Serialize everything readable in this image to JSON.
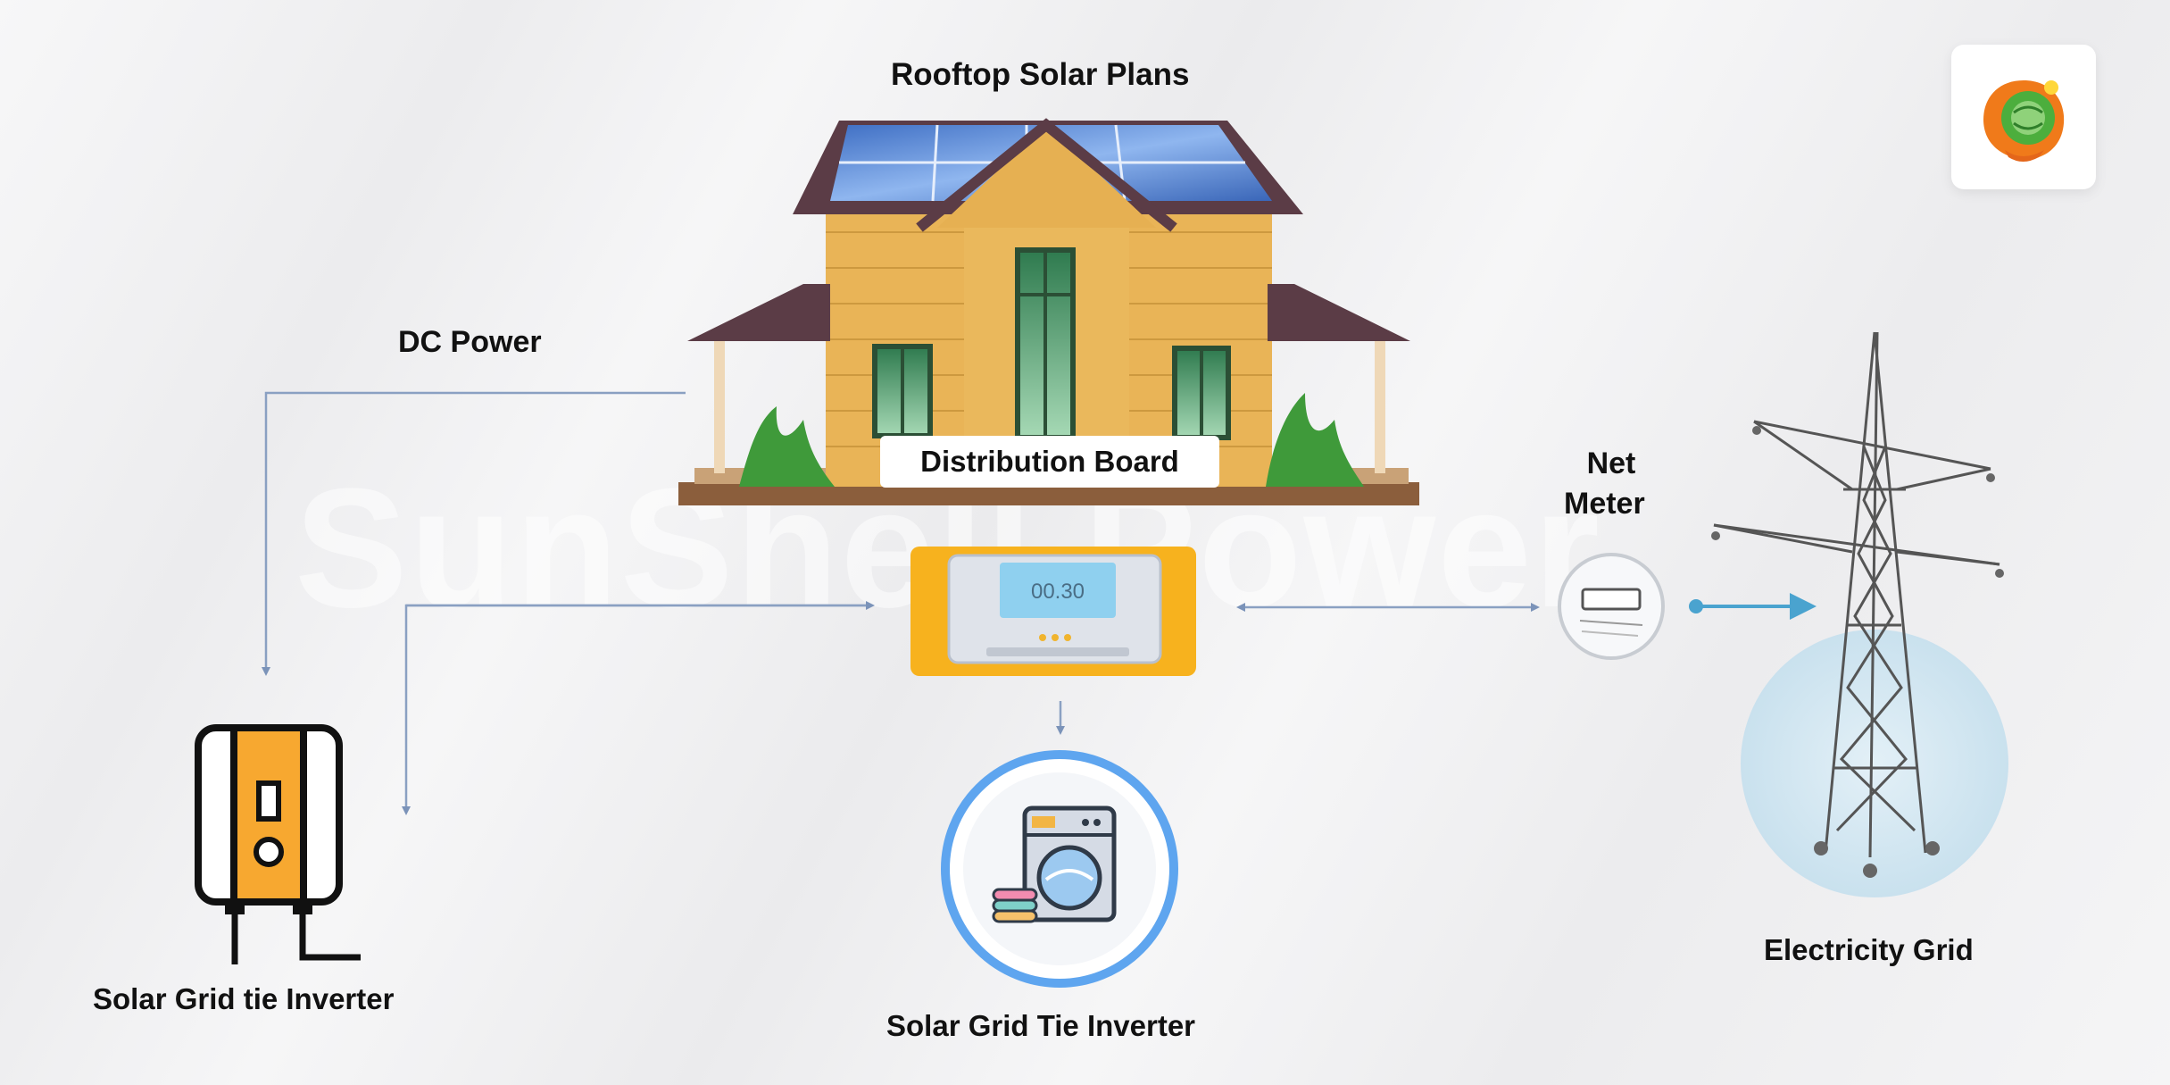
{
  "title": "Rooftop Solar Plans",
  "watermark": "SunShell Power",
  "labels": {
    "dc_power": "DC Power",
    "distribution_board": "Distribution Board",
    "net_meter_line1": "Net",
    "net_meter_line2": "Meter",
    "left_inverter": "Solar Grid tie Inverter",
    "center_inverter": "Solar Grid Tie Inverter",
    "electricity_grid": "Electricity Grid"
  },
  "meter_display": "00.30",
  "icons": {
    "logo": "sunshell-logo-icon",
    "house": "solar-house-icon",
    "distribution_board": "distribution-board-icon",
    "net_meter": "net-meter-icon",
    "tower": "transmission-tower-icon",
    "left_inverter": "inverter-icon",
    "center_appliance": "washing-machine-icon"
  },
  "colors": {
    "accent_orange": "#f7b21e",
    "circle_blue": "#5ea5ef",
    "arrow": "#6f8ab4",
    "wall": "#e9b457",
    "roof": "#6b4a55",
    "panel": "#4f7fcf"
  }
}
